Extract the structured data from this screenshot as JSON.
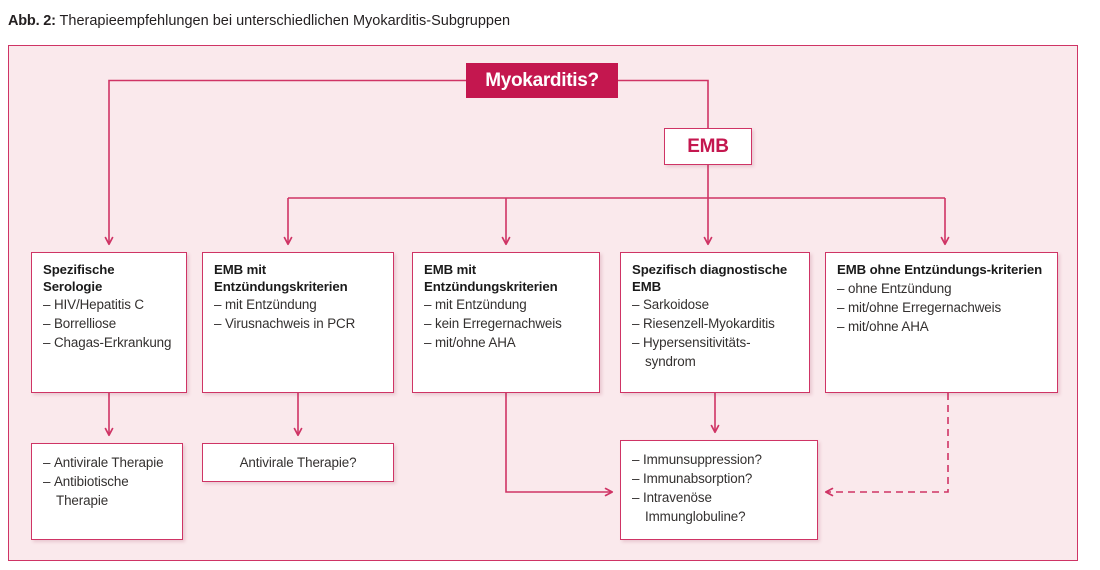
{
  "caption": {
    "label": "Abb. 2:",
    "text": "Therapieempfehlungen bei unterschiedlichen Myokarditis-Subgruppen"
  },
  "colors": {
    "accent": "#c4174f",
    "border": "#cf3465",
    "panel_background": "#fae9ec",
    "node_background": "#ffffff",
    "text": "#33302f"
  },
  "diagram": {
    "root": {
      "label": "Myokarditis?"
    },
    "emb": {
      "label": "EMB"
    },
    "columns": [
      {
        "title": "Spezifische Serologie",
        "items": [
          "HIV/Hepatitis C",
          "Borrelliose",
          "Chagas-Erkrankung"
        ]
      },
      {
        "title": "EMB mit Entzündungskriterien",
        "items": [
          "mit Entzündung",
          "Virusnachweis in PCR"
        ]
      },
      {
        "title": "EMB mit Entzündungskriterien",
        "items": [
          "mit Entzündung",
          "kein Erregernachweis",
          "mit/ohne AHA"
        ]
      },
      {
        "title": "Spezifisch diagnostische EMB",
        "items": [
          "Sarkoidose",
          "Riesenzell-Myokarditis",
          "Hypersensitivitäts-syndrom"
        ]
      },
      {
        "title": "EMB ohne Entzündungs-kriterien",
        "items": [
          "ohne Entzündung",
          "mit/ohne Erregernachweis",
          "mit/ohne AHA"
        ]
      }
    ],
    "outcomes": [
      {
        "items": [
          "Antivirale Therapie",
          "Antibiotische Therapie"
        ]
      },
      {
        "label": "Antivirale Therapie?"
      },
      {
        "items": [
          "Immunsuppression?",
          "Immunabsorption?",
          "Intravenöse Immunglobuline?"
        ]
      }
    ]
  }
}
